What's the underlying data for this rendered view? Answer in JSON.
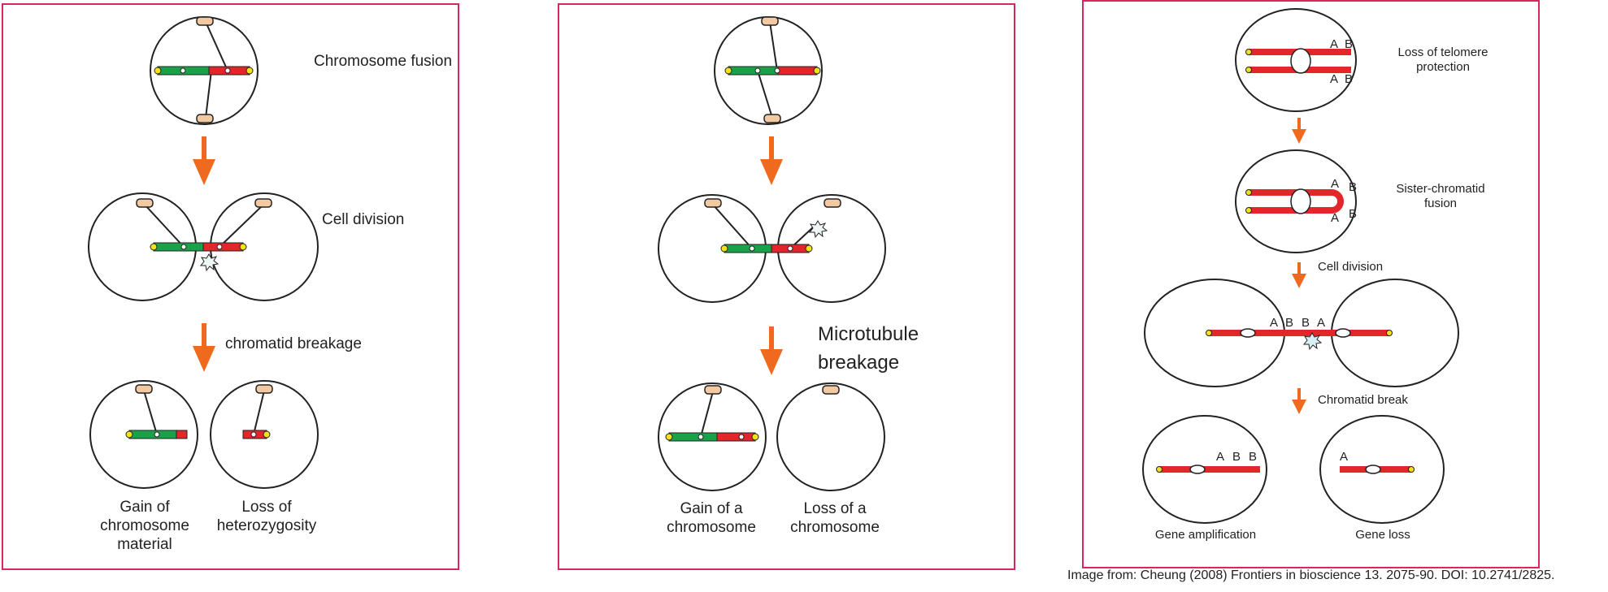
{
  "panels": [
    {
      "labels": {
        "fusion": "Chromosome fusion",
        "division": "Cell division",
        "breakage": "chromatid breakage",
        "outcome_left": "Gain of chromosome material",
        "outcome_right": "Loss of heterozygosity"
      }
    },
    {
      "labels": {
        "breakage": "Microtubule breakage",
        "outcome_left": "Gain of a chromosome",
        "outcome_right": "Loss of a chromosome"
      }
    },
    {
      "labels": {
        "loss": "Loss of telomere protection",
        "fusion": "Sister-chromatid fusion",
        "division": "Cell division",
        "break": "Chromatid break",
        "outcome_left": "Gene amplification",
        "outcome_right": "Gene loss"
      },
      "markers": {
        "a": "A",
        "b": "B"
      }
    }
  ],
  "credit": "Image from: Cheung (2008) Frontiers in bioscience 13. 2075-90. DOI: 10.2741/2825.",
  "colors": {
    "border": "#d6285a",
    "arrow": "#ef6a1e",
    "green": "#1aa24a",
    "red": "#e3262a",
    "yellow": "#f3e21b",
    "centrosome": "#f2c9a0"
  }
}
